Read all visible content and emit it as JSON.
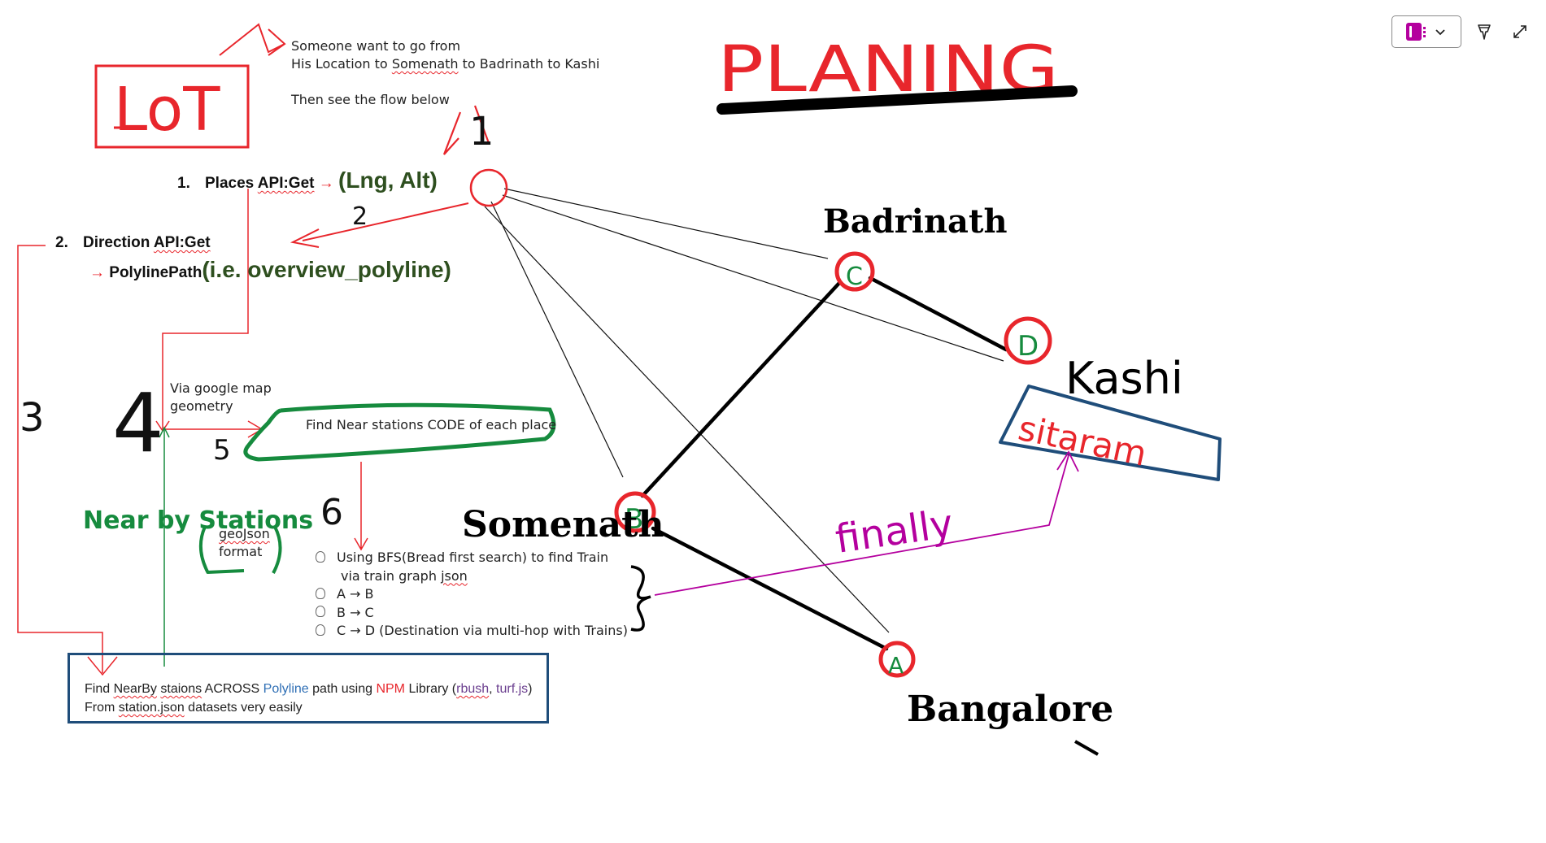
{
  "toolbar": {
    "notebook_icon": "onenote-notebook-icon",
    "dropdown_icon": "chevron-down-icon",
    "pen_icon": "highlighter-pen-icon",
    "expand_icon": "expand-icon"
  },
  "intro": {
    "line1": "Someone want to go from",
    "line2_pre": "His Location to ",
    "line2_somenath": "Somenath",
    "line2_post": " to Badrinath to Kashi",
    "line3": "Then see the flow below"
  },
  "steps": {
    "step1_num": "1.",
    "step1_pre": "Places ",
    "step1_api": "API:Get",
    "step1_arrow": "→",
    "step1_result": "(Lng, Alt)",
    "step2_num": "2.",
    "step2_pre": "Direction ",
    "step2_api": "API:Get",
    "step2_arrow": "→",
    "step2_sub": "PolylinePath",
    "step2_result": "(i.e. overview_polyline)"
  },
  "notes": {
    "via_line1": "Via google map",
    "via_line2": "geometry",
    "find_near": "Find Near stations CODE of each place",
    "geojson_word": "geoJson",
    "geojson_format": "format"
  },
  "bfs": {
    "line1": "Using BFS(Bread first search) to find Train",
    "line2_pre": "via train graph ",
    "line2_json": "json",
    "item_ab": "A → B",
    "item_bc": "B → C",
    "item_cd": "C → D (Destination via multi-hop with Trains)"
  },
  "bottom": {
    "l1_find": "Find ",
    "l1_nearby": "NearBy",
    "l1_sp1": " ",
    "l1_staions": "staions",
    "l1_across": " ACROSS ",
    "l1_polyline": "Polyline",
    "l1_path": " path using ",
    "l1_npm": "NPM",
    "l1_library": " Library (",
    "l1_rbush": "rbush",
    "l1_comma": ", ",
    "l1_turf": "turf.js",
    "l1_close": ")",
    "l2_from": "From ",
    "l2_station": "station.json",
    "l2_rest": " datasets very easily"
  },
  "handwriting": {
    "title": "PLANING",
    "lot": "LoT",
    "badrinath": "Badrinath",
    "kashi": "Kashi",
    "somenath": "Somenath",
    "bangalore": "Bangalore",
    "sitaram": "sitaram",
    "finally": "finally",
    "nearby_stations": "Near by Stations",
    "node_a": "A",
    "node_b": "B",
    "node_c": "C",
    "node_d": "D",
    "num1": "1",
    "num2": "2",
    "num3": "3",
    "num4": "4",
    "num5": "5",
    "num6": "6"
  },
  "colors": {
    "red": "#e8262c",
    "green": "#168b3e",
    "dark_green": "#2e4f1f",
    "blue": "#1f4d7a",
    "purple": "#b4009e",
    "black": "#000000"
  }
}
